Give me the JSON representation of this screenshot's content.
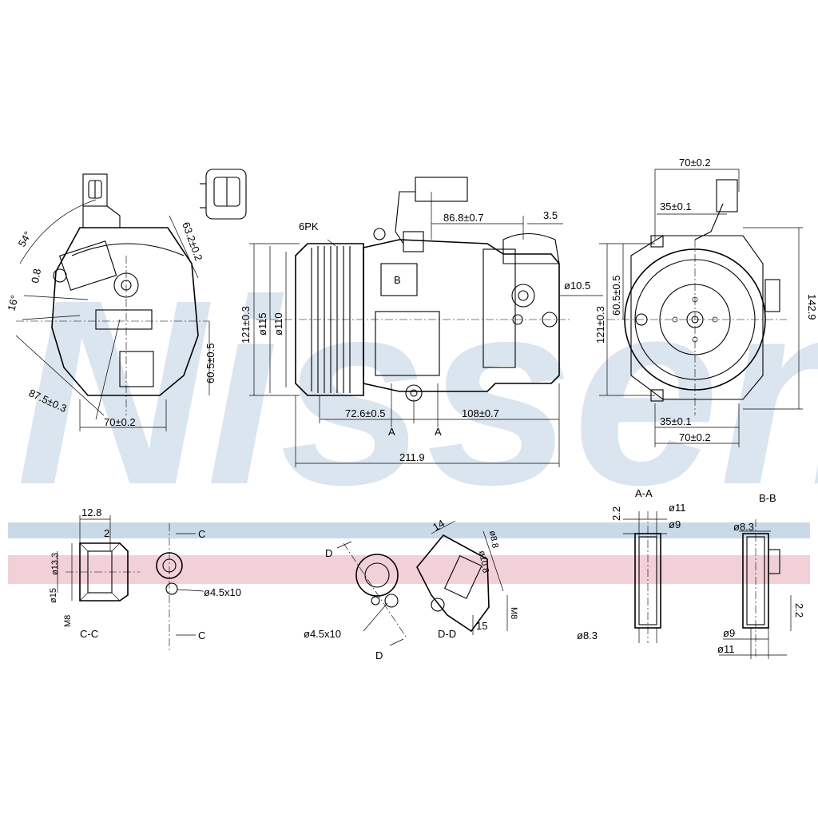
{
  "brand": {
    "watermark": "Nissens",
    "accent_blue": "#c9d9e8",
    "accent_red": "#f2d0d8"
  },
  "dimensions": {
    "left_view": [
      "54°",
      "0.8",
      "16°",
      "63.2±0.2",
      "60.5±0.5",
      "87.5±0.3",
      "70±0.2"
    ],
    "side_view": [
      "6PK",
      "86.8±0.7",
      "3.5",
      "ø10.5",
      "121±0.3",
      "ø115",
      "ø110",
      "72.6±0.5",
      "108±0.7",
      "211.9",
      "A",
      "A"
    ],
    "rear_view": [
      "70±0.2",
      "35±0.1",
      "60.5±0.5",
      "121±0.3",
      "142.9",
      "35±0.1",
      "70±0.2"
    ]
  },
  "sections": {
    "cc": {
      "title": "C-C",
      "dims": [
        "12.8",
        "2",
        "ø13.3",
        "ø15",
        "M8"
      ],
      "cut_label": "C"
    },
    "c_port": {
      "dim": "ø4.5x10"
    },
    "d_port": {
      "dim": "ø4.5x10",
      "cut_label": "D"
    },
    "dd": {
      "title": "D-D",
      "dims": [
        "14",
        "ø8.8",
        "ø10.8",
        "15",
        "M8"
      ]
    },
    "aa": {
      "title": "A-A",
      "dims": [
        "2.2",
        "ø11",
        "ø9",
        "ø8.3"
      ]
    },
    "bb": {
      "title": "B-B",
      "dims": [
        "ø8.3",
        "ø9",
        "ø11",
        "2.2"
      ]
    }
  }
}
